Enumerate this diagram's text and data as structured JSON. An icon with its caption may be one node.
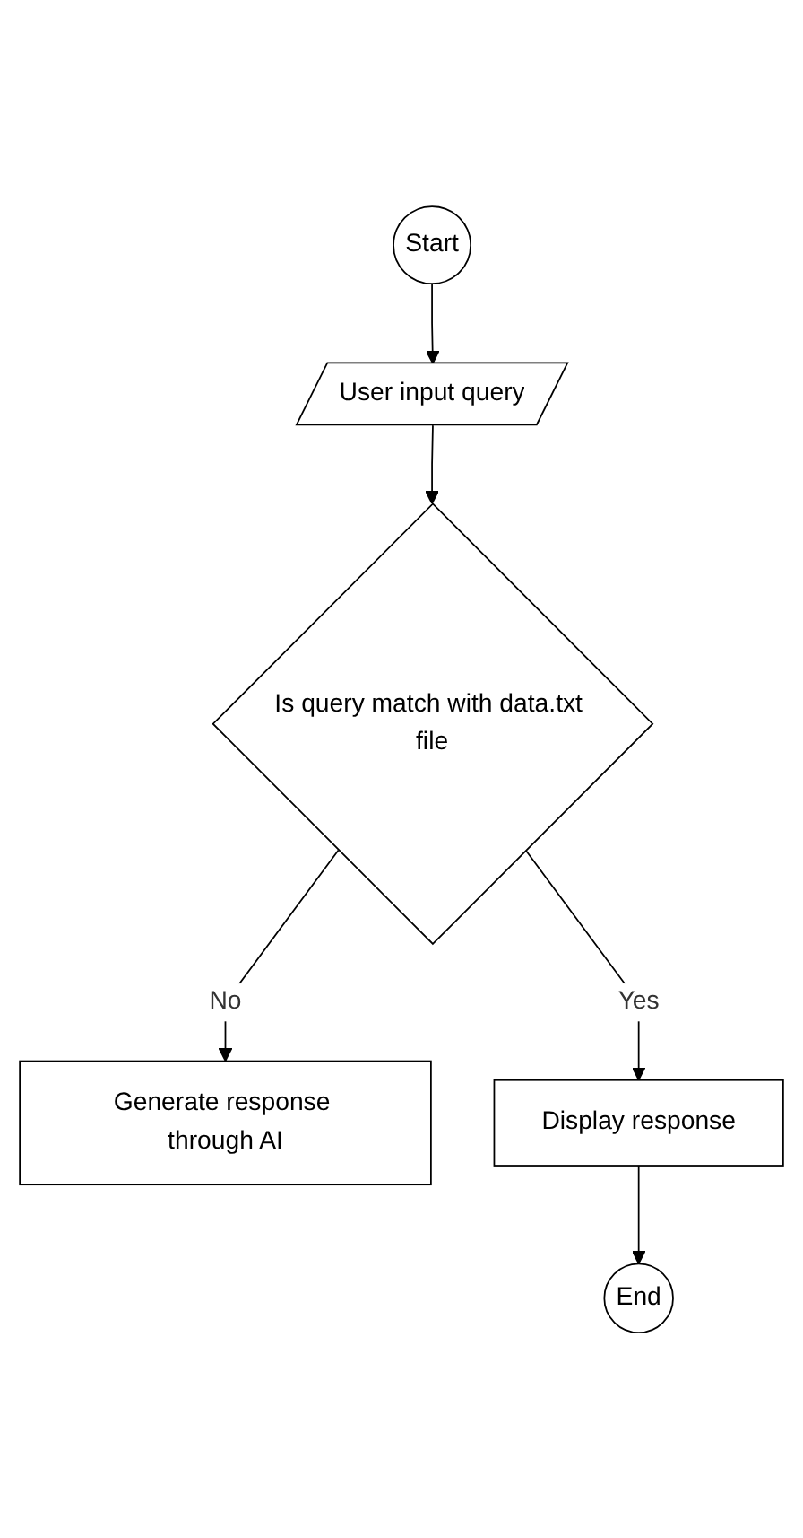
{
  "diagram": {
    "nodes": [
      {
        "text": [
          "Start"
        ]
      },
      {
        "text": [
          "User input query"
        ]
      },
      {
        "text": [
          "Is query match with data.txt file"
        ]
      },
      {
        "text": [
          "Generate response through AI"
        ]
      },
      {
        "text": [
          "Display response"
        ]
      },
      {
        "text": [
          "End"
        ]
      }
    ],
    "edges": [
      {
        "from": 0,
        "to": 1,
        "arrow": "to"
      },
      {
        "from": 1,
        "to": 2,
        "arrow": "to"
      },
      {
        "from": 2,
        "to": 3,
        "arrow": "to",
        "label": "No"
      },
      {
        "from": 2,
        "to": 4,
        "arrow": "to",
        "label": "Yes"
      },
      {
        "from": 4,
        "to": 5,
        "arrow": "to"
      }
    ]
  }
}
